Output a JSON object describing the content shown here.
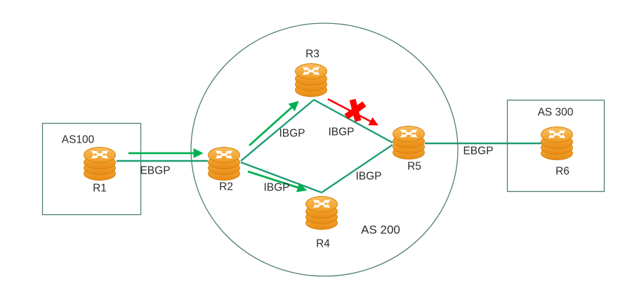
{
  "groups": {
    "as100": {
      "label": "AS100"
    },
    "as200": {
      "label": "AS 200"
    },
    "as300": {
      "label": "AS 300"
    }
  },
  "routers": {
    "r1": {
      "label": "R1"
    },
    "r2": {
      "label": "R2"
    },
    "r3": {
      "label": "R3"
    },
    "r4": {
      "label": "R4"
    },
    "r5": {
      "label": "R5"
    },
    "r6": {
      "label": "R6"
    }
  },
  "links": {
    "r1_r2": {
      "label": "EBGP",
      "type": "ebgp"
    },
    "r2_r3": {
      "label": "IBGP",
      "type": "ibgp"
    },
    "r3_r5": {
      "label": "IBGP",
      "type": "ibgp",
      "status": "failed"
    },
    "r2_r4": {
      "label": "IBGP",
      "type": "ibgp"
    },
    "r4_r5": {
      "label": "IBGP",
      "type": "ibgp"
    },
    "r5_r6": {
      "label": "EBGP",
      "type": "ebgp"
    }
  },
  "icons": {
    "router": "router-disc-stack-icon",
    "failure": "red-x-icon"
  },
  "colors": {
    "link": "#1F9C78",
    "outline": "#4E7F71",
    "flow_arrow": "#00B050",
    "failure": "#FF0000",
    "router_body": "#EF9D2E",
    "text": "#2B2B2B"
  }
}
